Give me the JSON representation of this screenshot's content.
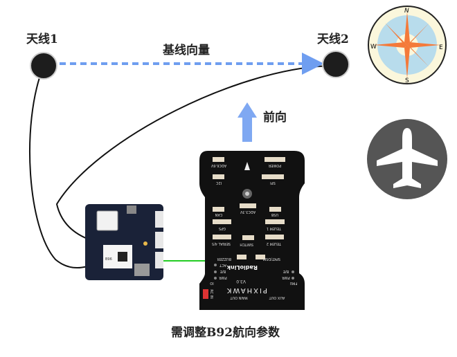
{
  "antenna1_label": "天线1",
  "antenna2_label": "天线2",
  "baseline_label": "基线向量",
  "forward_label": "前向",
  "caption": "需调整B92航向参数",
  "compass": {
    "n": "N",
    "e": "E",
    "s": "S",
    "w": "W"
  },
  "gps_board": {
    "module_text": "B96"
  },
  "flight_controller": {
    "brand": "RadioLink",
    "model": "PIXHAWK",
    "version": "V3.0",
    "ports": [
      "ADC6.6V",
      "POWER",
      "I2C",
      "SPI",
      "CAN",
      "ADC3.3V",
      "USB",
      "GPS",
      "TELEM 1",
      "SERIAL 4/5",
      "SWITCH",
      "TELEM 2",
      "BUZZER",
      "SPKT/DSM"
    ],
    "leds": [
      "ACT",
      "B/E",
      "PWR",
      "B/E",
      "PWR"
    ],
    "labels": [
      "IO",
      "FMU",
      "MAIN OUT",
      "AUX OUT",
      "RC IN"
    ]
  },
  "colors": {
    "arrow": "#6f9ef0",
    "cable": "#111111",
    "signal_wire": "#22cc22",
    "compass_star": "#f47a3a",
    "compass_face": "#b8dcec",
    "compass_ring": "#fbf7dc",
    "plane_bg": "#555555"
  }
}
